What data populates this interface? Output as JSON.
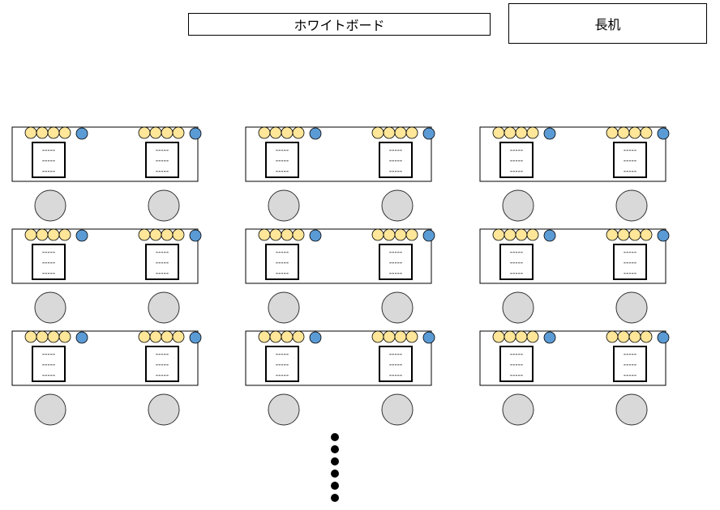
{
  "whiteboard": {
    "label": "ホワイトボード"
  },
  "long_desk": {
    "label": "長机"
  },
  "doc_line": "-----",
  "colors": {
    "yellow": "#ffe699",
    "blue": "#5b9bd5",
    "gray": "#d9d9d9",
    "stroke": "#000000"
  },
  "layout": {
    "rows_of_tables": 3,
    "tables_per_row": 3,
    "stations_per_table": 2,
    "yellow_items_per_station": 4,
    "blue_items_per_station": 1,
    "documents_per_station": 1,
    "doc_lines_per_document": 3,
    "chairs_per_station": 1,
    "continuation_dots": 6
  }
}
